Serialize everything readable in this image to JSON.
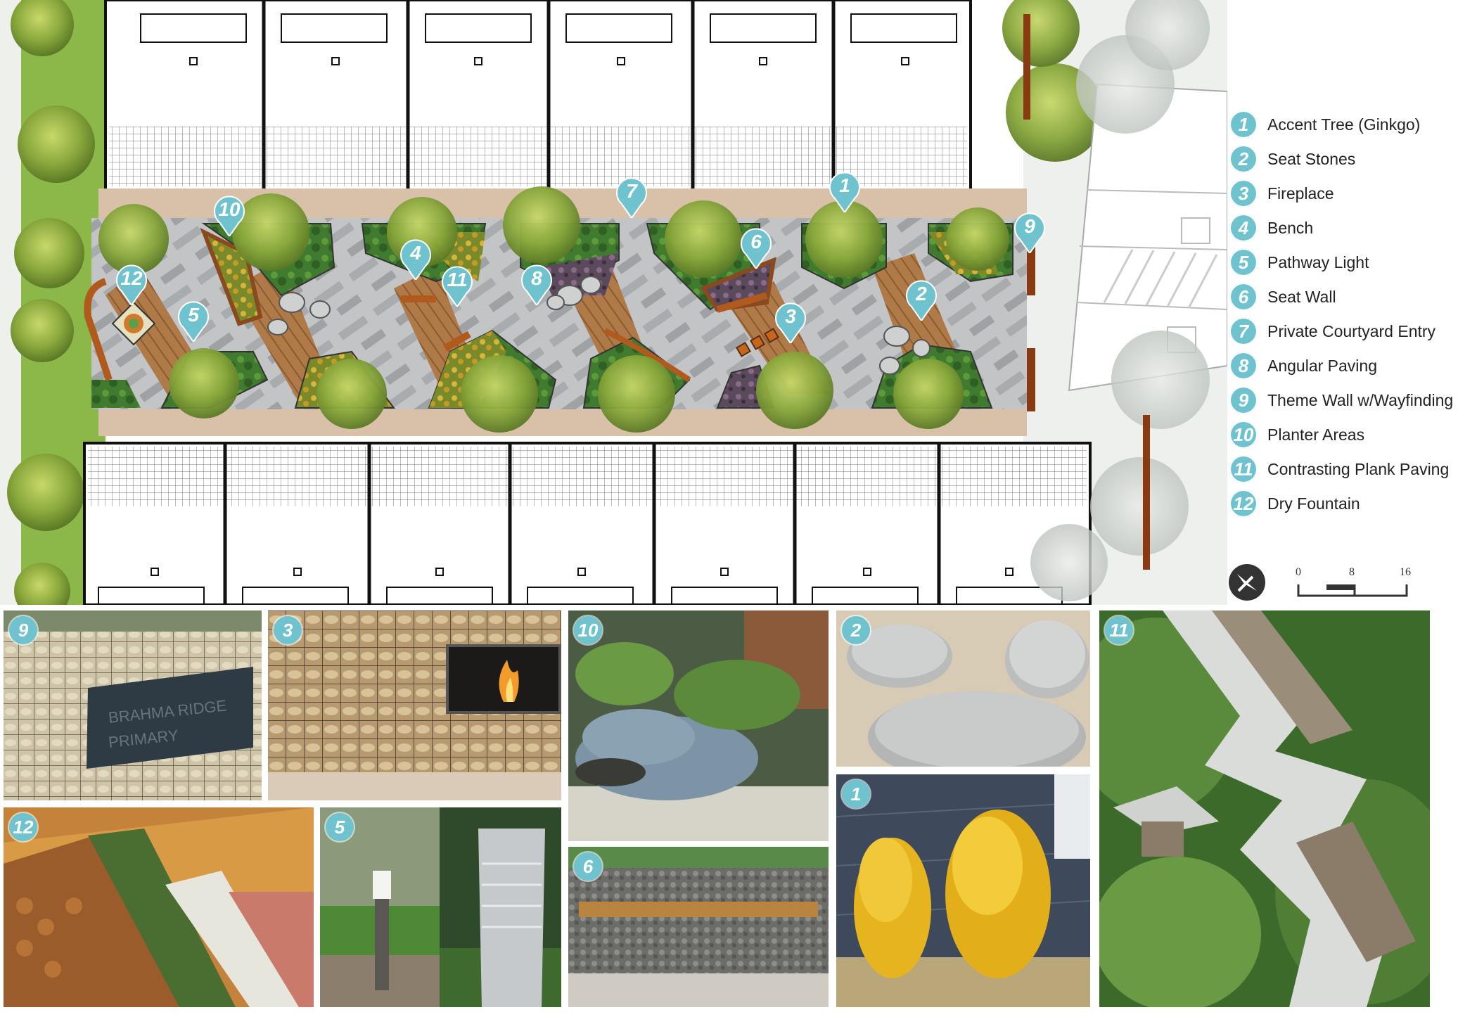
{
  "legend": {
    "items": [
      {
        "num": "1",
        "label": "Accent Tree (Ginkgo)"
      },
      {
        "num": "2",
        "label": "Seat Stones"
      },
      {
        "num": "3",
        "label": "Fireplace"
      },
      {
        "num": "4",
        "label": "Bench"
      },
      {
        "num": "5",
        "label": "Pathway Light"
      },
      {
        "num": "6",
        "label": "Seat Wall"
      },
      {
        "num": "7",
        "label": "Private Courtyard Entry"
      },
      {
        "num": "8",
        "label": "Angular Paving"
      },
      {
        "num": "9",
        "label": "Theme Wall w/Wayfinding"
      },
      {
        "num": "10",
        "label": "Planter Areas"
      },
      {
        "num": "11",
        "label": "Contrasting Plank Paving"
      },
      {
        "num": "12",
        "label": "Dry Fountain"
      }
    ]
  },
  "scale_bar": {
    "ticks": [
      "0",
      "8",
      "16"
    ]
  },
  "plan_markers": [
    "1",
    "2",
    "3",
    "4",
    "5",
    "6",
    "7",
    "8",
    "9",
    "10",
    "11",
    "12"
  ],
  "photos": {
    "theme_wall": {
      "badge": "9",
      "sign_line1": "BRAHMA RIDGE",
      "sign_line2": "PRIMARY"
    },
    "fireplace": {
      "badge": "3"
    },
    "planter": {
      "badge": "10"
    },
    "seat_stones": {
      "badge": "2"
    },
    "plank": {
      "badge": "11"
    },
    "accent_tree": {
      "badge": "1"
    },
    "dry_fountain": {
      "badge": "12"
    },
    "pathway_light": {
      "badge": "5"
    },
    "seat_wall": {
      "badge": "6"
    }
  },
  "colors": {
    "accent": "#6fc3cf",
    "paving": "#b9bcbe",
    "wood": "#a06a3c",
    "planting": "#4a7d2c"
  }
}
